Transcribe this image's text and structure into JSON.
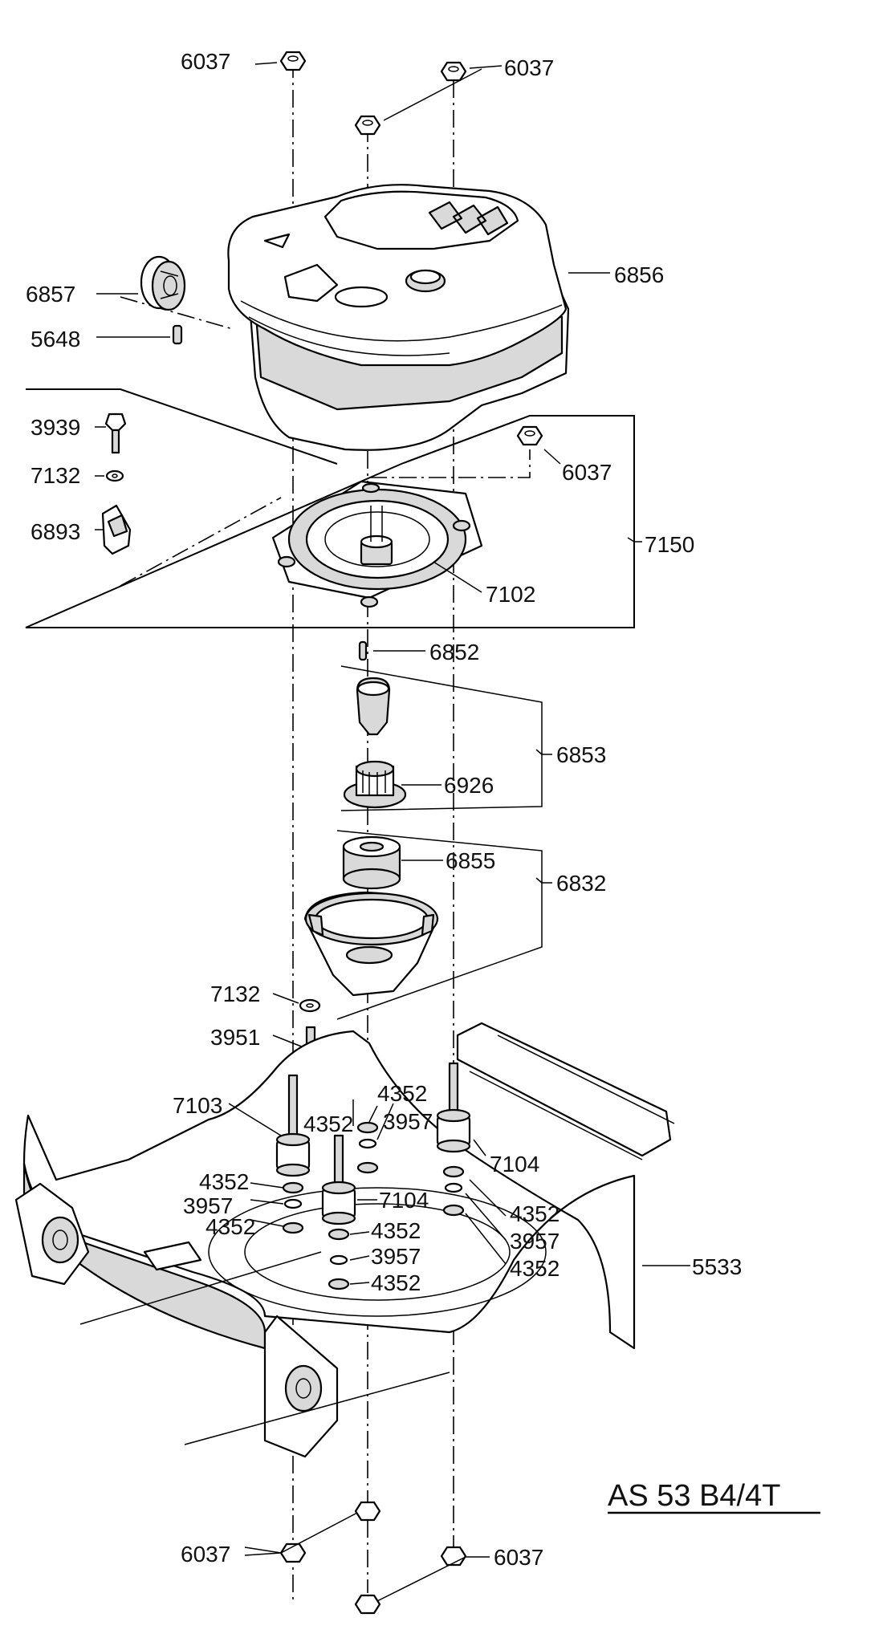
{
  "model": "AS 53 B4/4T",
  "labels": {
    "l6037_tl": "6037",
    "l6037_tr": "6037",
    "l6856": "6856",
    "l6857": "6857",
    "l5648": "5648",
    "l3939": "3939",
    "l7132_top": "7132",
    "l6037_mid": "6037",
    "l6893": "6893",
    "l7150": "7150",
    "l7102": "7102",
    "l6852": "6852",
    "l6853": "6853",
    "l6926": "6926",
    "l6855": "6855",
    "l6832": "6832",
    "l7132_low": "7132",
    "l3951": "3951",
    "l4352_a": "4352",
    "l3957_a": "3957",
    "l7103": "7103",
    "l4352_b": "4352",
    "l7104_r": "7104",
    "l4352_c": "4352",
    "l3957_b": "3957",
    "l7104_c": "7104",
    "l4352_d": "4352",
    "l4352_e": "4352",
    "l3957_c": "3957",
    "l4352_f": "4352",
    "l3957_d": "3957",
    "l4352_g": "4352",
    "l4352_h": "4352",
    "l5533": "5533",
    "l6037_bl": "6037",
    "l6037_br": "6037"
  }
}
